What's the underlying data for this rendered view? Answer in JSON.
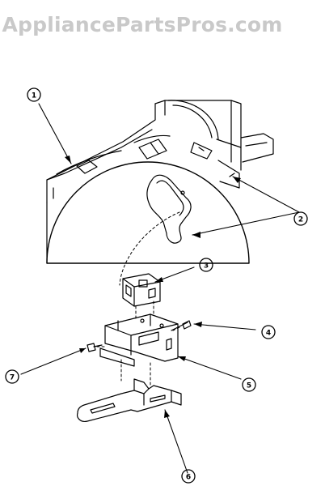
{
  "watermark": {
    "text": "AppliancePartsPros.com",
    "color": "#c9c9c9"
  },
  "callouts": [
    {
      "id": "callout-1",
      "label": "1"
    },
    {
      "id": "callout-2",
      "label": "2"
    },
    {
      "id": "callout-3",
      "label": "3"
    },
    {
      "id": "callout-4",
      "label": "4"
    },
    {
      "id": "callout-5",
      "label": "5"
    },
    {
      "id": "callout-6",
      "label": "6"
    },
    {
      "id": "callout-7",
      "label": "7"
    }
  ]
}
